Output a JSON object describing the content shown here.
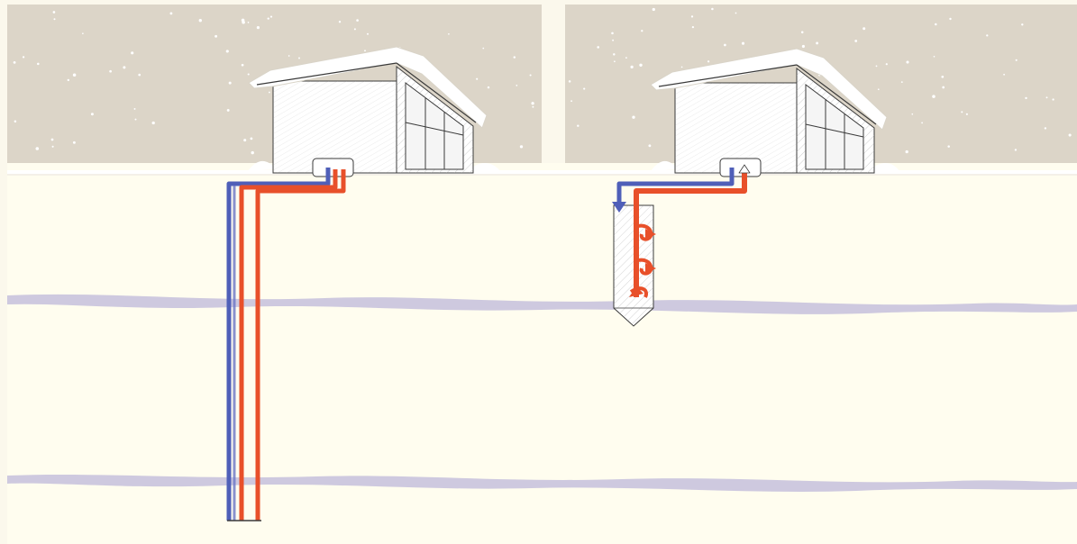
{
  "colors": {
    "sky": "#dcd5c8",
    "ground": "#fffdef",
    "background": "#fbf8ec",
    "snow": "#ffffff",
    "strata": "#c9c3dd",
    "pipe_cold": "#4f5fb8",
    "pipe_hot": "#e8502a",
    "outline": "#3a3a3a"
  },
  "panels": [
    {
      "id": "left",
      "system": "deep-vertical-loop",
      "pipe_cold": 1,
      "pipe_hot": 2
    },
    {
      "id": "right",
      "system": "short-borehole-exchanger",
      "pipe_cold": 1,
      "pipe_hot": 1,
      "heat_swirls": 3
    }
  ],
  "icons": [
    "house-icon",
    "heat-pump-icon",
    "arrow-down-icon",
    "arrow-up-icon",
    "snowflake-icon"
  ]
}
